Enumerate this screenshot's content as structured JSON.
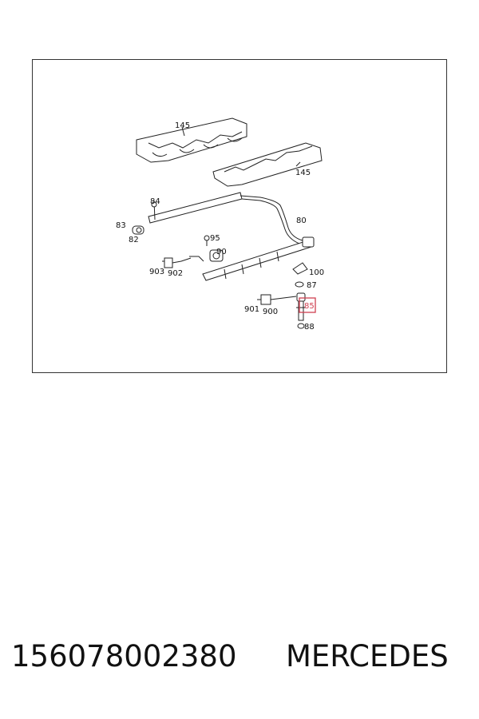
{
  "diagram": {
    "callouts": {
      "c145a": "145",
      "c145b": "145",
      "c84": "84",
      "c83": "83",
      "c82": "82",
      "c80": "80",
      "c95": "95",
      "c90": "90",
      "c903": "903",
      "c902": "902",
      "c100": "100",
      "c87": "87",
      "c85": "85",
      "c901": "901",
      "c900": "900",
      "c88": "88"
    },
    "highlighted_callout": "85",
    "highlight_color": "#d04050"
  },
  "footer": {
    "part_number": "156078002380",
    "brand": "MERCEDES"
  }
}
